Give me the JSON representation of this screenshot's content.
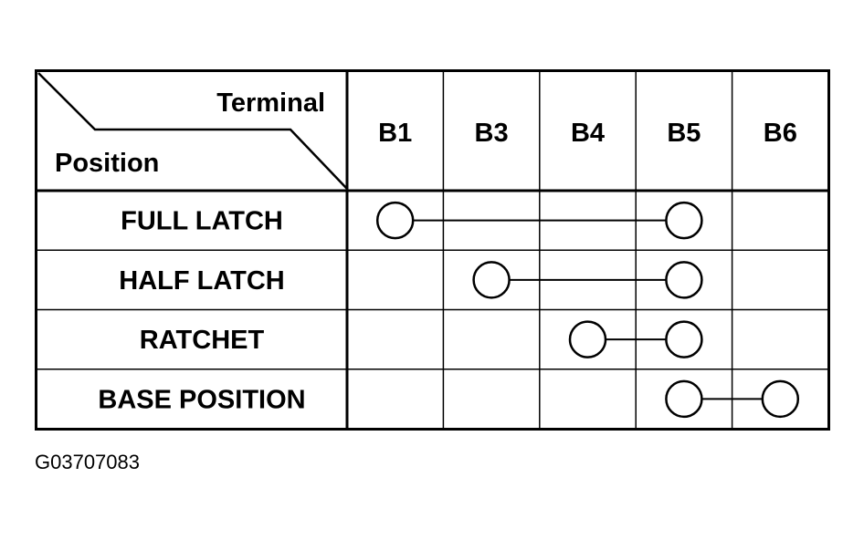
{
  "table": {
    "header": {
      "terminal_label": "Terminal",
      "position_label": "Position"
    },
    "terminals": [
      "B1",
      "B3",
      "B4",
      "B5",
      "B6"
    ],
    "rows": [
      {
        "position": "FULL LATCH",
        "connected": [
          "B1",
          "B5"
        ]
      },
      {
        "position": "HALF LATCH",
        "connected": [
          "B3",
          "B5"
        ]
      },
      {
        "position": "RATCHET",
        "connected": [
          "B4",
          "B5"
        ]
      },
      {
        "position": "BASE POSITION",
        "connected": [
          "B5",
          "B6"
        ]
      }
    ]
  },
  "figure_code": "G03707083"
}
